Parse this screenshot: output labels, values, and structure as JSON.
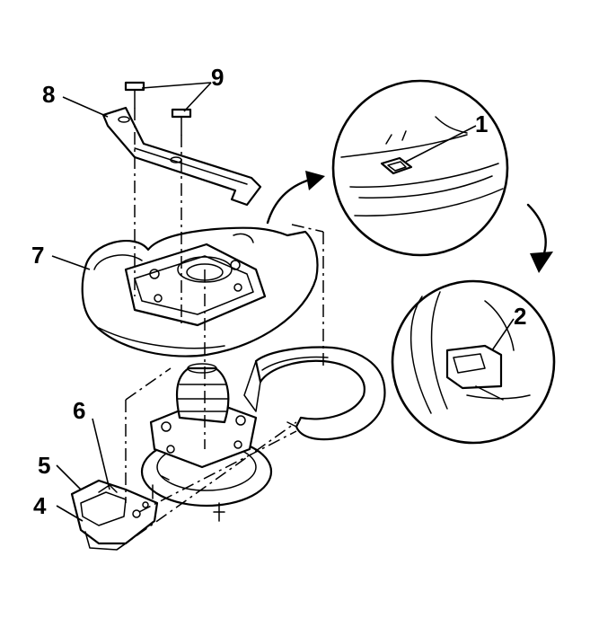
{
  "callouts": [
    {
      "id": "callout-1",
      "label": "1"
    },
    {
      "id": "callout-2",
      "label": "2"
    },
    {
      "id": "callout-4",
      "label": "4"
    },
    {
      "id": "callout-5",
      "label": "5"
    },
    {
      "id": "callout-6",
      "label": "6"
    },
    {
      "id": "callout-7",
      "label": "7"
    },
    {
      "id": "callout-8",
      "label": "8"
    },
    {
      "id": "callout-9",
      "label": "9"
    }
  ]
}
